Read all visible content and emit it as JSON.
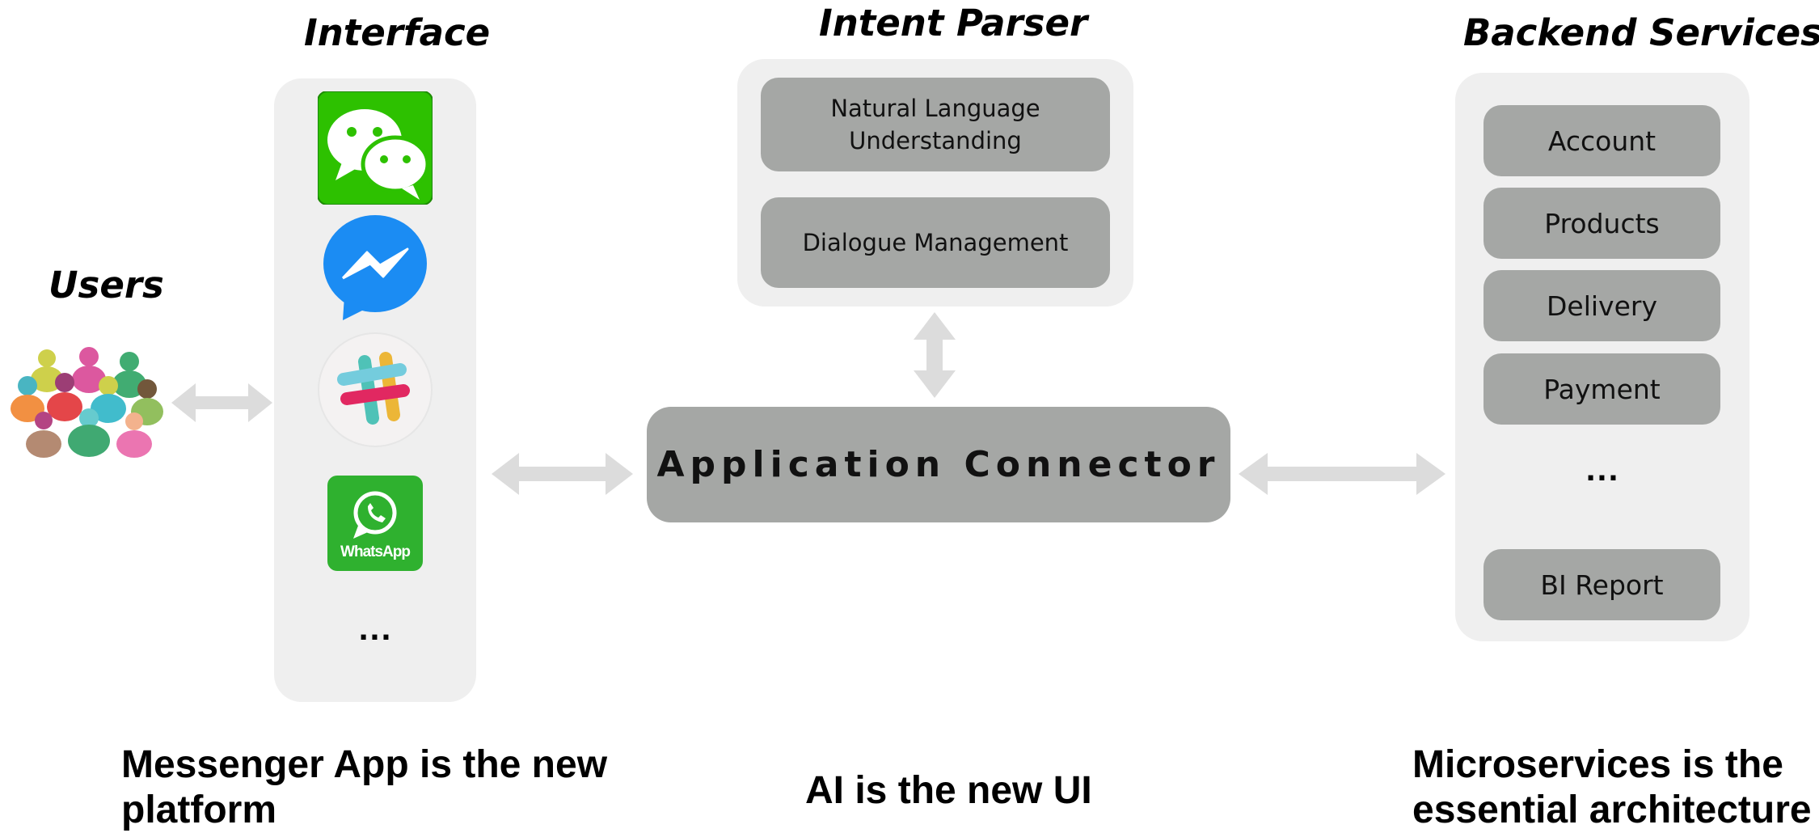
{
  "users": {
    "label": "Users"
  },
  "interface": {
    "title": "Interface",
    "apps": [
      {
        "name": "wechat-icon"
      },
      {
        "name": "messenger-icon"
      },
      {
        "name": "slack-icon"
      },
      {
        "name": "whatsapp-icon",
        "text": "WhatsApp"
      }
    ],
    "more": "..."
  },
  "intent_parser": {
    "title": "Intent Parser",
    "modules": [
      "Natural Language Understanding",
      "Dialogue Management"
    ]
  },
  "connector": {
    "label": "Application Connector"
  },
  "backend": {
    "title": "Backend Services",
    "services": [
      "Account",
      "Products",
      "Delivery",
      "Payment"
    ],
    "more": "...",
    "last_service": "BI Report"
  },
  "captions": {
    "left": [
      "Messenger App is the new",
      "platform"
    ],
    "center": "AI is the new UI",
    "right": [
      "Microservices is the",
      "essential architecture"
    ]
  },
  "colors": {
    "panel": "#efefef",
    "box": "#a5a7a5",
    "arrow": "#dcdcdc",
    "wechat": "#2dc100",
    "messenger": "#1b8cf3",
    "whatsapp": "#2fb12f"
  }
}
